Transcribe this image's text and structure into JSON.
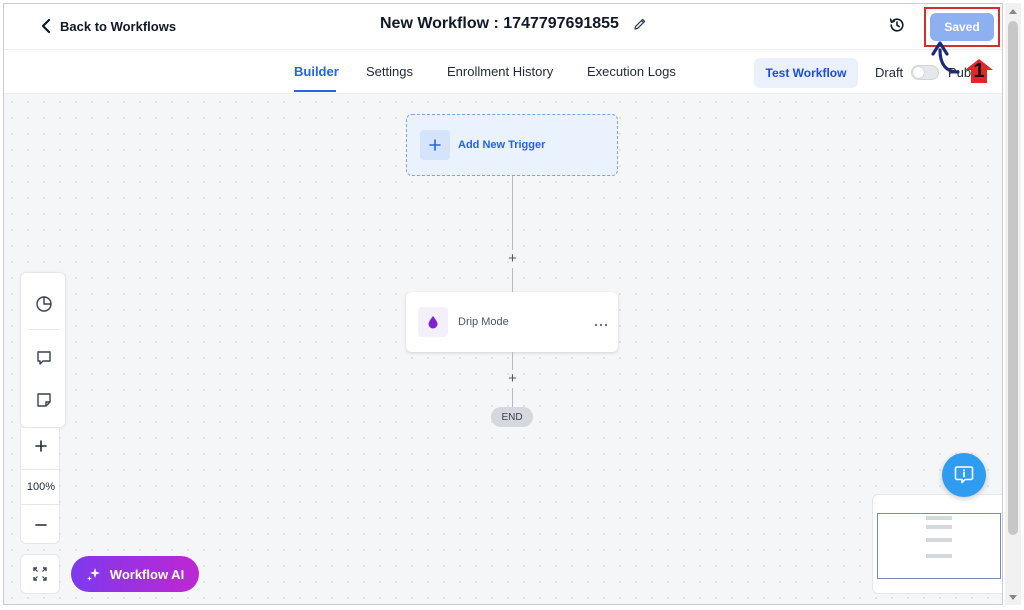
{
  "header": {
    "back_label": "Back to Workflows",
    "title": "New Workflow : 1747797691855",
    "saved_label": "Saved"
  },
  "tabs": [
    {
      "label": "Builder",
      "active": true
    },
    {
      "label": "Settings",
      "active": false
    },
    {
      "label": "Enrollment History",
      "active": false
    },
    {
      "label": "Execution Logs",
      "active": false
    }
  ],
  "actions": {
    "test_label": "Test Workflow",
    "draft_label": "Draft",
    "publish_label": "Pub"
  },
  "canvas": {
    "trigger_label": "Add New Trigger",
    "action_label": "Drip Mode",
    "end_label": "END"
  },
  "controls": {
    "zoom_level": "100%",
    "ai_label": "Workflow AI"
  },
  "annotation": {
    "step_number": "1"
  },
  "colors": {
    "accent": "#2563eb",
    "saved_button": "#8db0f0",
    "ai_gradient_start": "#7c3aed",
    "ai_gradient_end": "#c026d3",
    "annotation_red": "#d62d2d",
    "help_button": "#2e9cf0"
  },
  "icons": {
    "back": "chevron-left-icon",
    "edit": "pencil-icon",
    "history": "clock-history-icon",
    "trigger": "plus-icon",
    "drip": "droplet-icon",
    "more": "more-horizontal-icon",
    "analytics": "pie-chart-icon",
    "comment": "comment-icon",
    "note": "sticky-note-icon",
    "zoom_in": "plus-icon",
    "zoom_out": "minus-icon",
    "fit": "expand-icon",
    "ai": "sparkles-icon",
    "help": "chat-info-icon"
  }
}
